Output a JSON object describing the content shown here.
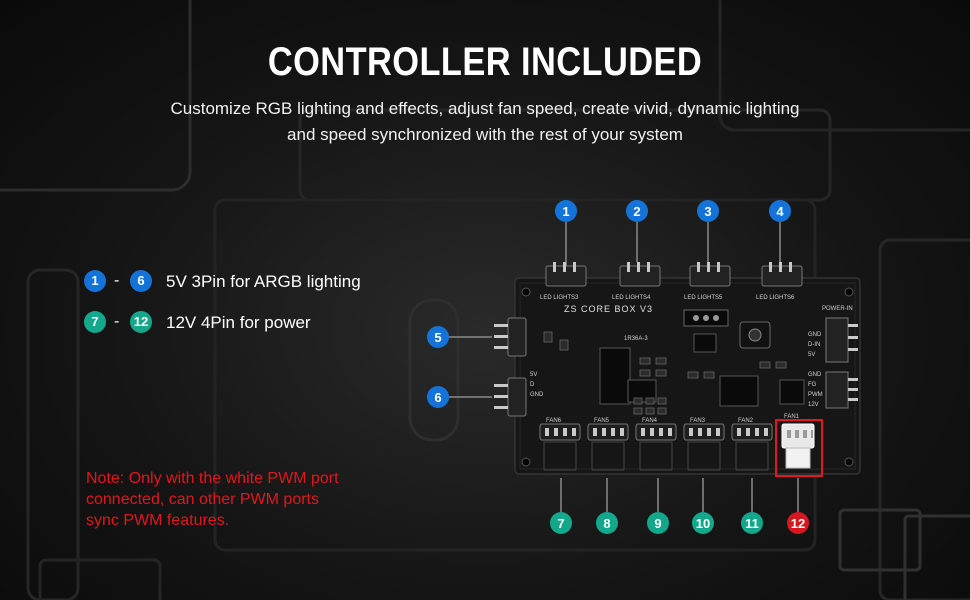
{
  "header": {
    "title": "CONTROLLER INCLUDED",
    "subtitle": "Customize RGB lighting and effects, adjust fan speed, create vivid, dynamic lighting and speed synchronized with the rest of your system"
  },
  "legend": [
    {
      "from": "1",
      "to": "6",
      "dash": "-",
      "text": "5V 3Pin for ARGB lighting",
      "color": "#1473d8"
    },
    {
      "from": "7",
      "to": "12",
      "dash": "-",
      "text": "12V 4Pin for power",
      "color": "#13a88b"
    }
  ],
  "note": "Note: Only with the white PWM port connected, can other PWM ports sync PWM features.",
  "board": {
    "name": "ZS CORE BOX V3",
    "chip": "1R36A-3",
    "power_in": "POWER-IN",
    "led_labels": [
      "LED LIGHTS3",
      "LED LIGHTS4",
      "LED LIGHTS5",
      "LED LIGHTS6"
    ],
    "fan_labels": [
      "FAN6",
      "FAN5",
      "FAN4",
      "FAN3",
      "FAN2",
      "FAN1"
    ],
    "side_pins": [
      "GND",
      "D",
      "5V"
    ],
    "right_pins": [
      "GND",
      "D-IN",
      "5V",
      "GND",
      "FG",
      "PWM",
      "12V"
    ]
  },
  "callouts": {
    "lighting": [
      "1",
      "2",
      "3",
      "4",
      "5",
      "6"
    ],
    "power": [
      "7",
      "8",
      "9",
      "10",
      "11",
      "12"
    ],
    "colors": {
      "lighting": "#1473d8",
      "power": "#13a88b",
      "highlight": "#d7171f"
    }
  }
}
